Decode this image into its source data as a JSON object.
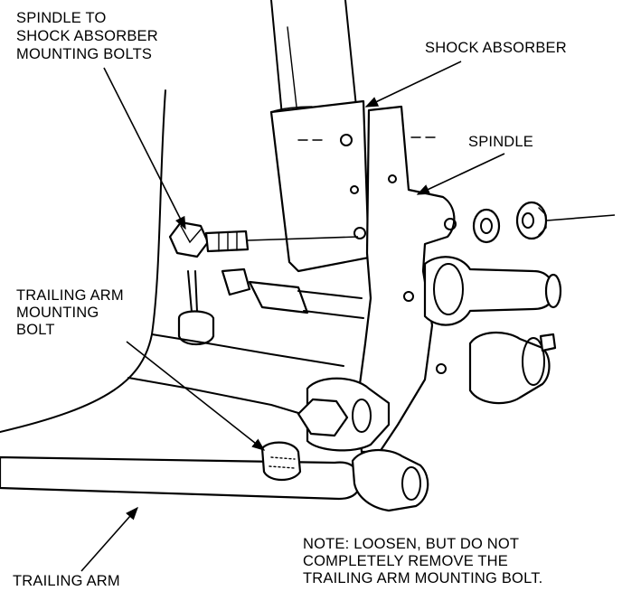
{
  "labels": {
    "spindle_bolts": [
      "SPINDLE TO",
      "SHOCK ABSORBER",
      "MOUNTING BOLTS"
    ],
    "shock_absorber": "SHOCK ABSORBER",
    "spindle": "SPINDLE",
    "trailing_arm_bolt": [
      "TRAILING ARM",
      "MOUNTING",
      "BOLT"
    ],
    "trailing_arm": "TRAILING ARM",
    "note": [
      "NOTE: LOOSEN, BUT DO NOT",
      "COMPLETELY REMOVE THE",
      "TRAILING ARM MOUNTING BOLT."
    ]
  }
}
